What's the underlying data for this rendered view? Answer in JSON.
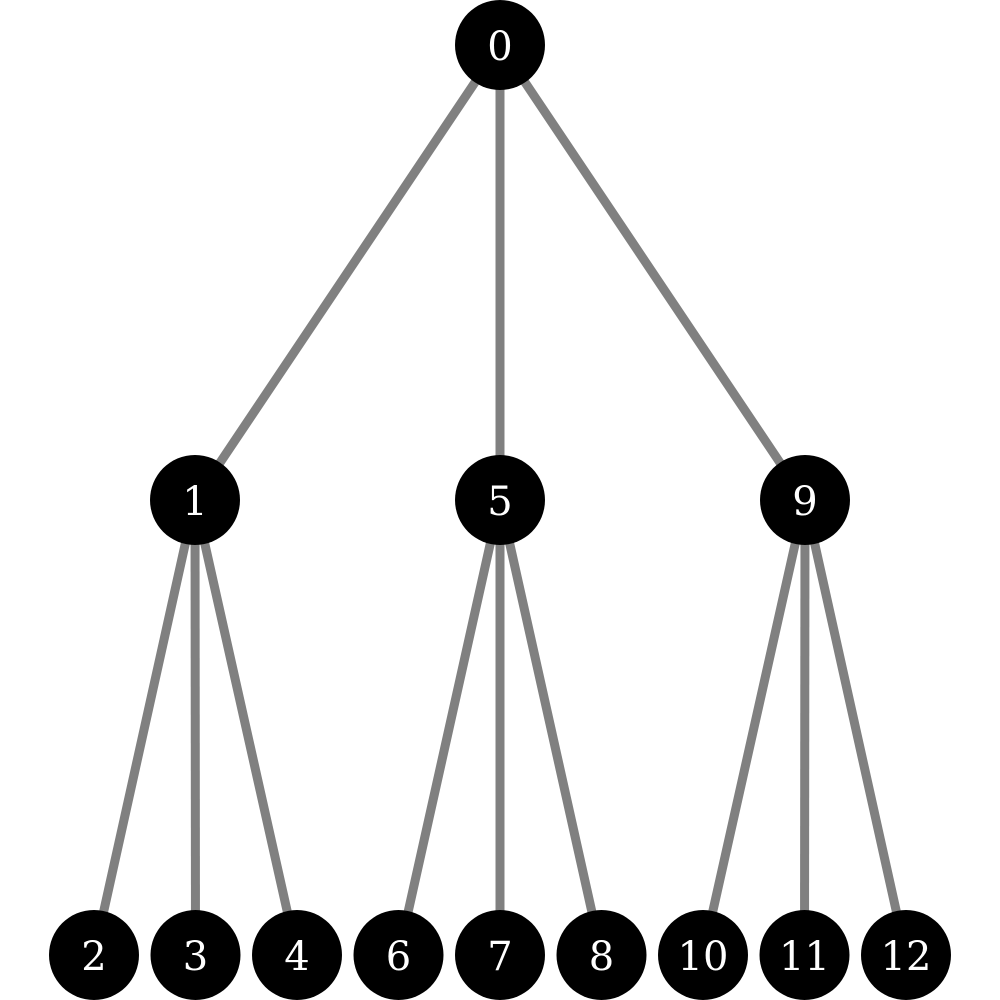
{
  "tree": {
    "colors": {
      "edge": "#808080",
      "node_fill": "#000000",
      "node_text": "#ffffff",
      "background": "#ffffff"
    },
    "nodes": [
      {
        "id": "0",
        "label": "0",
        "level": 0
      },
      {
        "id": "1",
        "label": "1",
        "level": 1
      },
      {
        "id": "5",
        "label": "5",
        "level": 1
      },
      {
        "id": "9",
        "label": "9",
        "level": 1
      },
      {
        "id": "2",
        "label": "2",
        "level": 2
      },
      {
        "id": "3",
        "label": "3",
        "level": 2
      },
      {
        "id": "4",
        "label": "4",
        "level": 2
      },
      {
        "id": "6",
        "label": "6",
        "level": 2
      },
      {
        "id": "7",
        "label": "7",
        "level": 2
      },
      {
        "id": "8",
        "label": "8",
        "level": 2
      },
      {
        "id": "10",
        "label": "10",
        "level": 2
      },
      {
        "id": "11",
        "label": "11",
        "level": 2
      },
      {
        "id": "12",
        "label": "12",
        "level": 2
      }
    ],
    "edges": [
      {
        "from": "0",
        "to": "1"
      },
      {
        "from": "0",
        "to": "5"
      },
      {
        "from": "0",
        "to": "9"
      },
      {
        "from": "1",
        "to": "2"
      },
      {
        "from": "1",
        "to": "3"
      },
      {
        "from": "1",
        "to": "4"
      },
      {
        "from": "5",
        "to": "6"
      },
      {
        "from": "5",
        "to": "7"
      },
      {
        "from": "5",
        "to": "8"
      },
      {
        "from": "9",
        "to": "10"
      },
      {
        "from": "9",
        "to": "11"
      },
      {
        "from": "9",
        "to": "12"
      }
    ]
  }
}
